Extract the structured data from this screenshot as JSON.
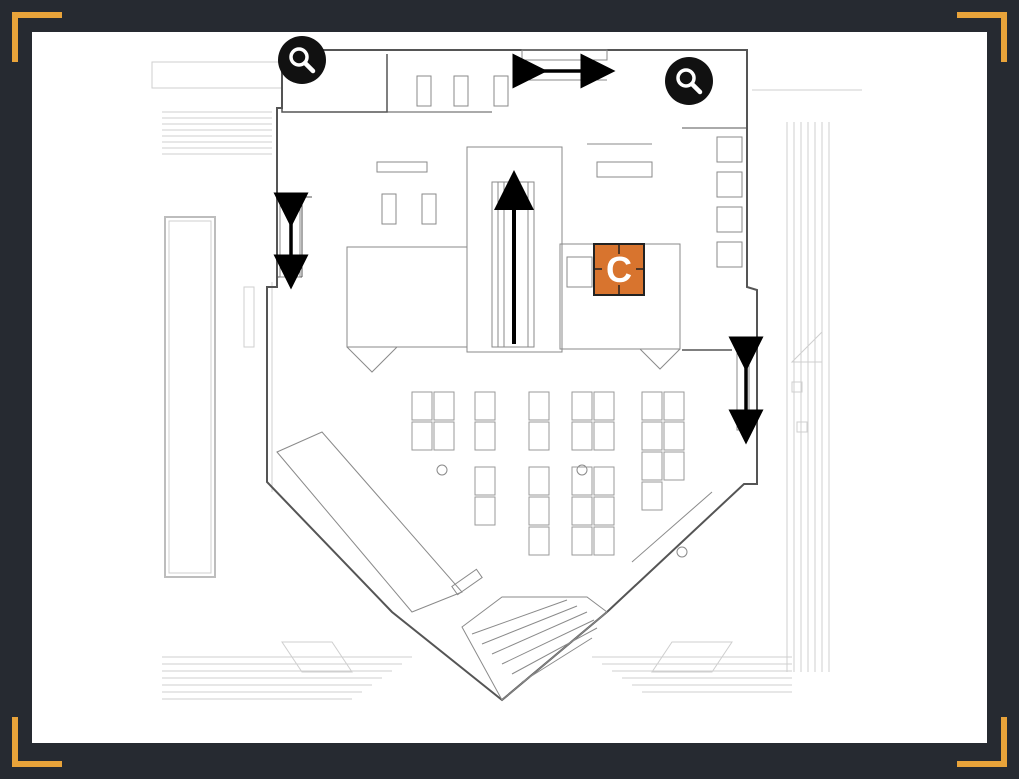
{
  "map": {
    "name": "",
    "markers": {
      "search": [
        {
          "id": "search-1",
          "icon": "magnifier-icon"
        },
        {
          "id": "search-2",
          "icon": "magnifier-icon"
        }
      ],
      "objective": {
        "label": "C",
        "color": "#d8742e",
        "icon": "objective-marker"
      },
      "routes": [
        {
          "id": "route-top",
          "icon": "double-arrow-horizontal-icon"
        },
        {
          "id": "route-left",
          "icon": "double-arrow-vertical-icon"
        },
        {
          "id": "route-right",
          "icon": "double-arrow-vertical-icon"
        },
        {
          "id": "route-escalator",
          "icon": "single-arrow-up-icon"
        }
      ]
    }
  },
  "colors": {
    "frame_bg": "#262a31",
    "corner_accent": "#e8a33a",
    "map_bg": "#ffffff",
    "wall": "#555555",
    "faint_line": "#c8c8c8"
  }
}
